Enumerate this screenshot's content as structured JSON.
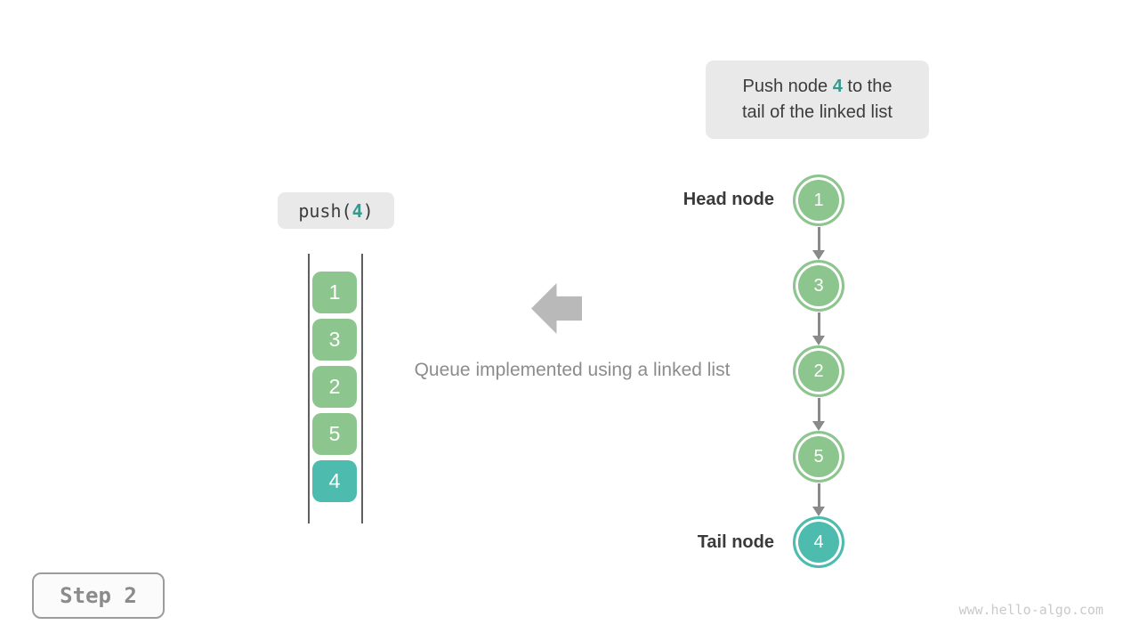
{
  "callout": {
    "line1_prefix": "Push node ",
    "line1_highlight": "4",
    "line1_suffix": " to the",
    "line2": "tail of the linked list"
  },
  "push_label": {
    "prefix": "push(",
    "arg": "4",
    "suffix": ")"
  },
  "queue_stack": {
    "cells": [
      "1",
      "3",
      "2",
      "5",
      "4"
    ],
    "highlighted_cell": "4"
  },
  "caption": "Queue implemented using a linked list",
  "linked_list": {
    "head_label": "Head node",
    "tail_label": "Tail node",
    "nodes": [
      "1",
      "3",
      "2",
      "5",
      "4"
    ],
    "highlighted_node": "4"
  },
  "step_label": "Step 2",
  "watermark": "www.hello-algo.com",
  "colors": {
    "node_green": "#8cc58d",
    "node_teal": "#4dbbad",
    "highlight_text_teal": "#35998e",
    "callout_bg": "#e9e9e9",
    "arrow_gray": "#8a8a8a",
    "block_arrow_gray": "#b9b9b9",
    "caption_gray": "#8c8c8c",
    "text_dark": "#3c3c3c"
  }
}
